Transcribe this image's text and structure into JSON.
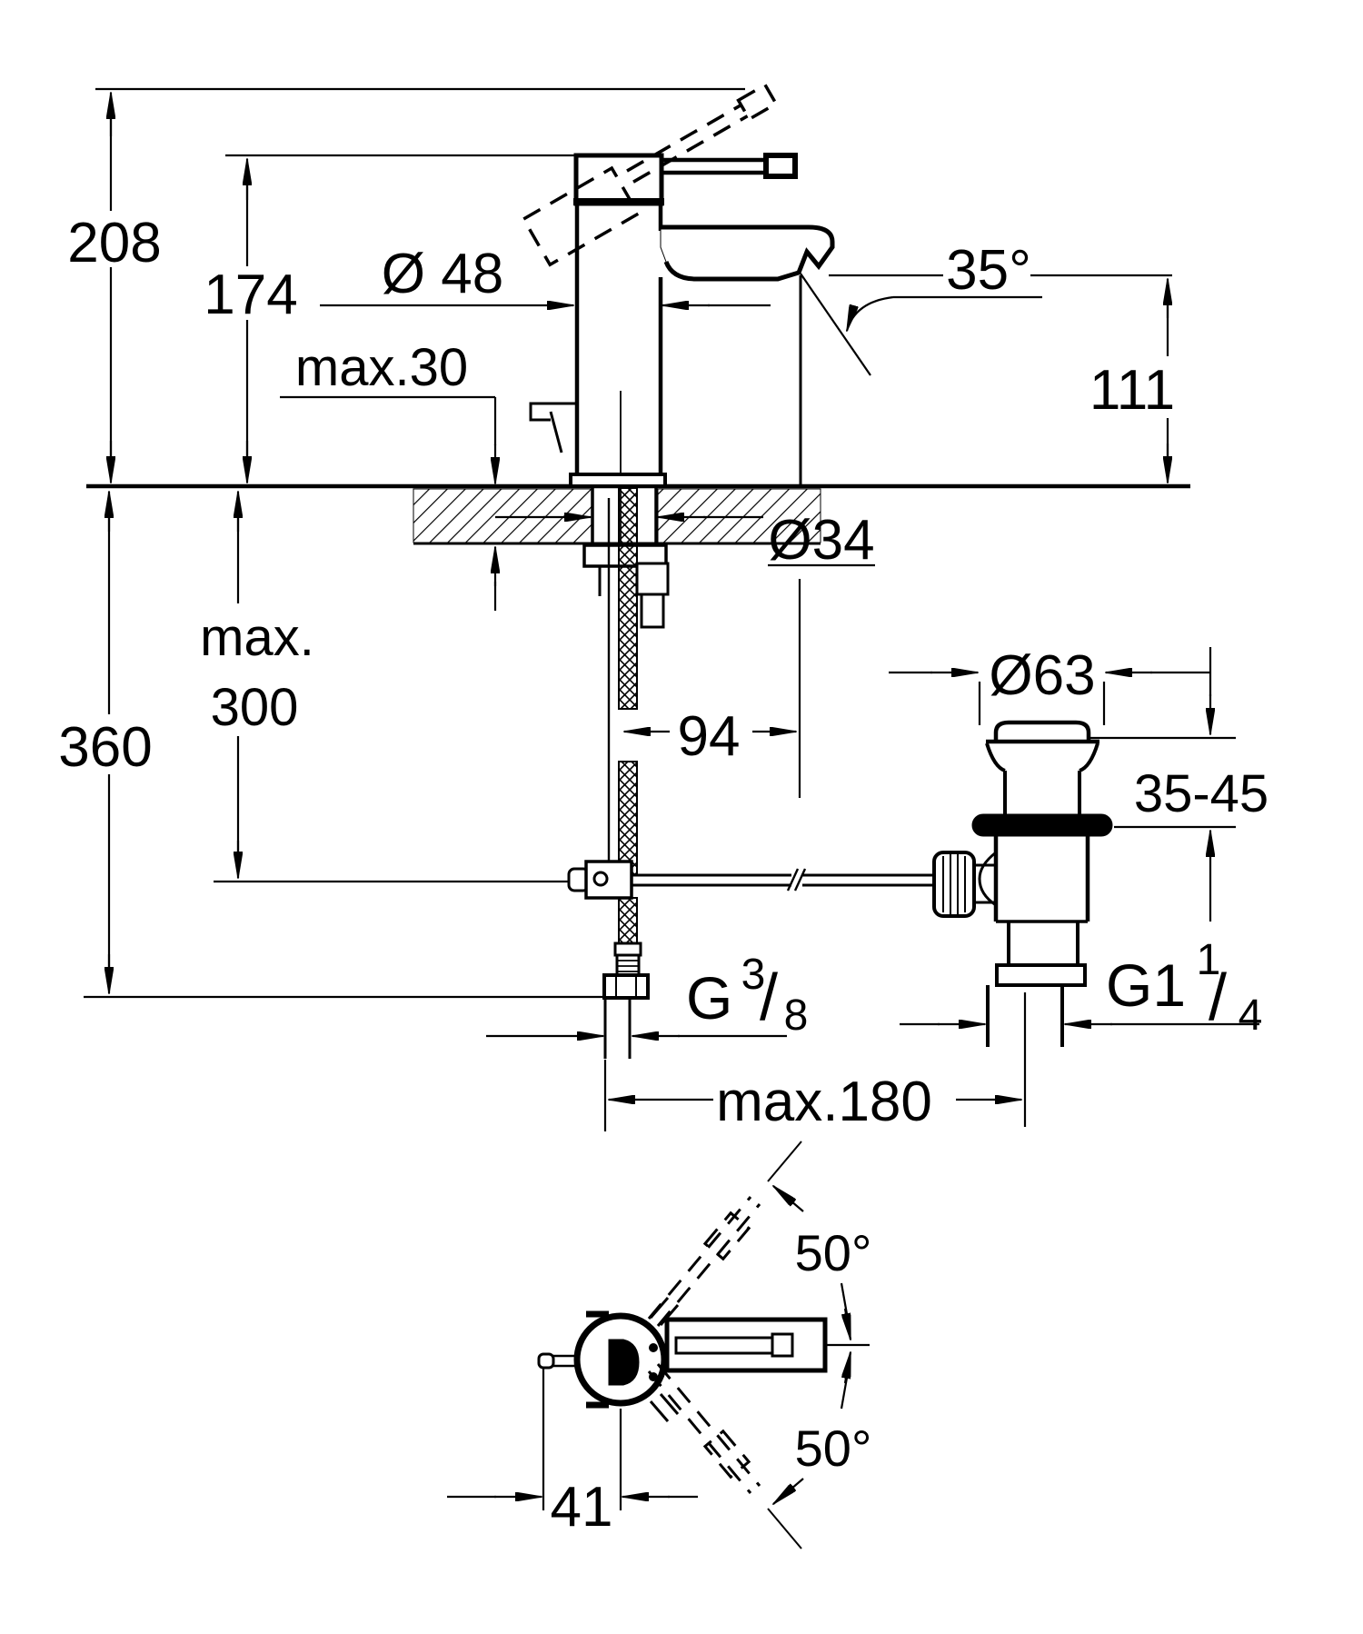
{
  "colors": {
    "ink": "#000000",
    "paper": "#ffffff"
  },
  "labels": {
    "overall_height": "208",
    "body_height": "174",
    "spout_diameter": "Ø 48",
    "max_deck_thickness": "max.30",
    "spout_angle": "35°",
    "spout_outlet_height": "111",
    "shank_diameter": "Ø34",
    "hose_length_prefix": "max.",
    "hose_length_value": "300",
    "total_depth": "360",
    "spout_reach": "94",
    "waste_flange_diameter": "Ø63",
    "waste_deck_range": "35-45",
    "supply_thread_base": "G",
    "supply_thread_numerator": "3",
    "supply_thread_slash": "/",
    "supply_thread_denominator": "8",
    "waste_thread_base": "G1",
    "waste_thread_numerator": "1",
    "waste_thread_slash": "/",
    "waste_thread_denominator": "4",
    "max_center_distance": "max.180",
    "handle_swivel_upper": "50°",
    "handle_swivel_lower": "50°",
    "rod_offset": "41"
  }
}
